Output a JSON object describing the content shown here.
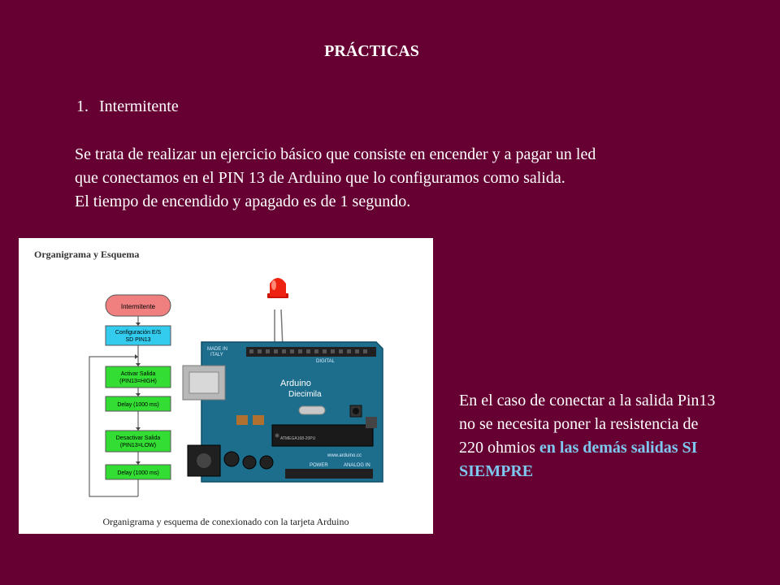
{
  "header": {
    "title": "PRÁCTICAS"
  },
  "section": {
    "number": "1.",
    "name": "Intermitente"
  },
  "description": {
    "lines": [
      "Se trata de realizar un ejercicio básico que consiste en encender y a pagar un led",
      "que conectamos en el PIN 13 de Arduino que lo configuramos como salida.",
      "El tiempo de encendido y apagado es de 1 segundo."
    ]
  },
  "figure": {
    "title": "Organigrama y Esquema",
    "caption": "Organigrama y esquema de conexionado con la tarjeta Arduino",
    "flow": {
      "start": "Intermitente",
      "config_line1": "Configuración E/S",
      "config_line2": "SD PIN13",
      "activate_line1": "Activar Salida",
      "activate_line2": "(PIN13=HIGH)",
      "delay1": "Delay (1000 ms)",
      "deactivate_line1": "Desactivar Salida",
      "deactivate_line2": "(PIN13=LOW)",
      "delay2": "Delay (1000 ms)"
    },
    "board": {
      "brand": "Arduino",
      "model": "Diecimila",
      "made_line1": "MADE IN",
      "made_line2": "ITALY",
      "digital": "DIGITAL",
      "power": "POWER",
      "analog": "ANALOG IN",
      "site": "www.arduino.cc",
      "chip": "ATMEGA168-20PU"
    },
    "colors": {
      "flow_start": "#f08080",
      "flow_config": "#33ccee",
      "flow_step": "#33dd33",
      "board": "#1d6e8c",
      "led": "#ee2211"
    }
  },
  "note": {
    "line1": "En el caso de conectar a la salida Pin13",
    "line2": "no se necesita poner la resistencia de",
    "line3_plain": "220 ohmios ",
    "line3_highlight": "en las demás salidas SI",
    "line4_highlight": "SIEMPRE"
  }
}
